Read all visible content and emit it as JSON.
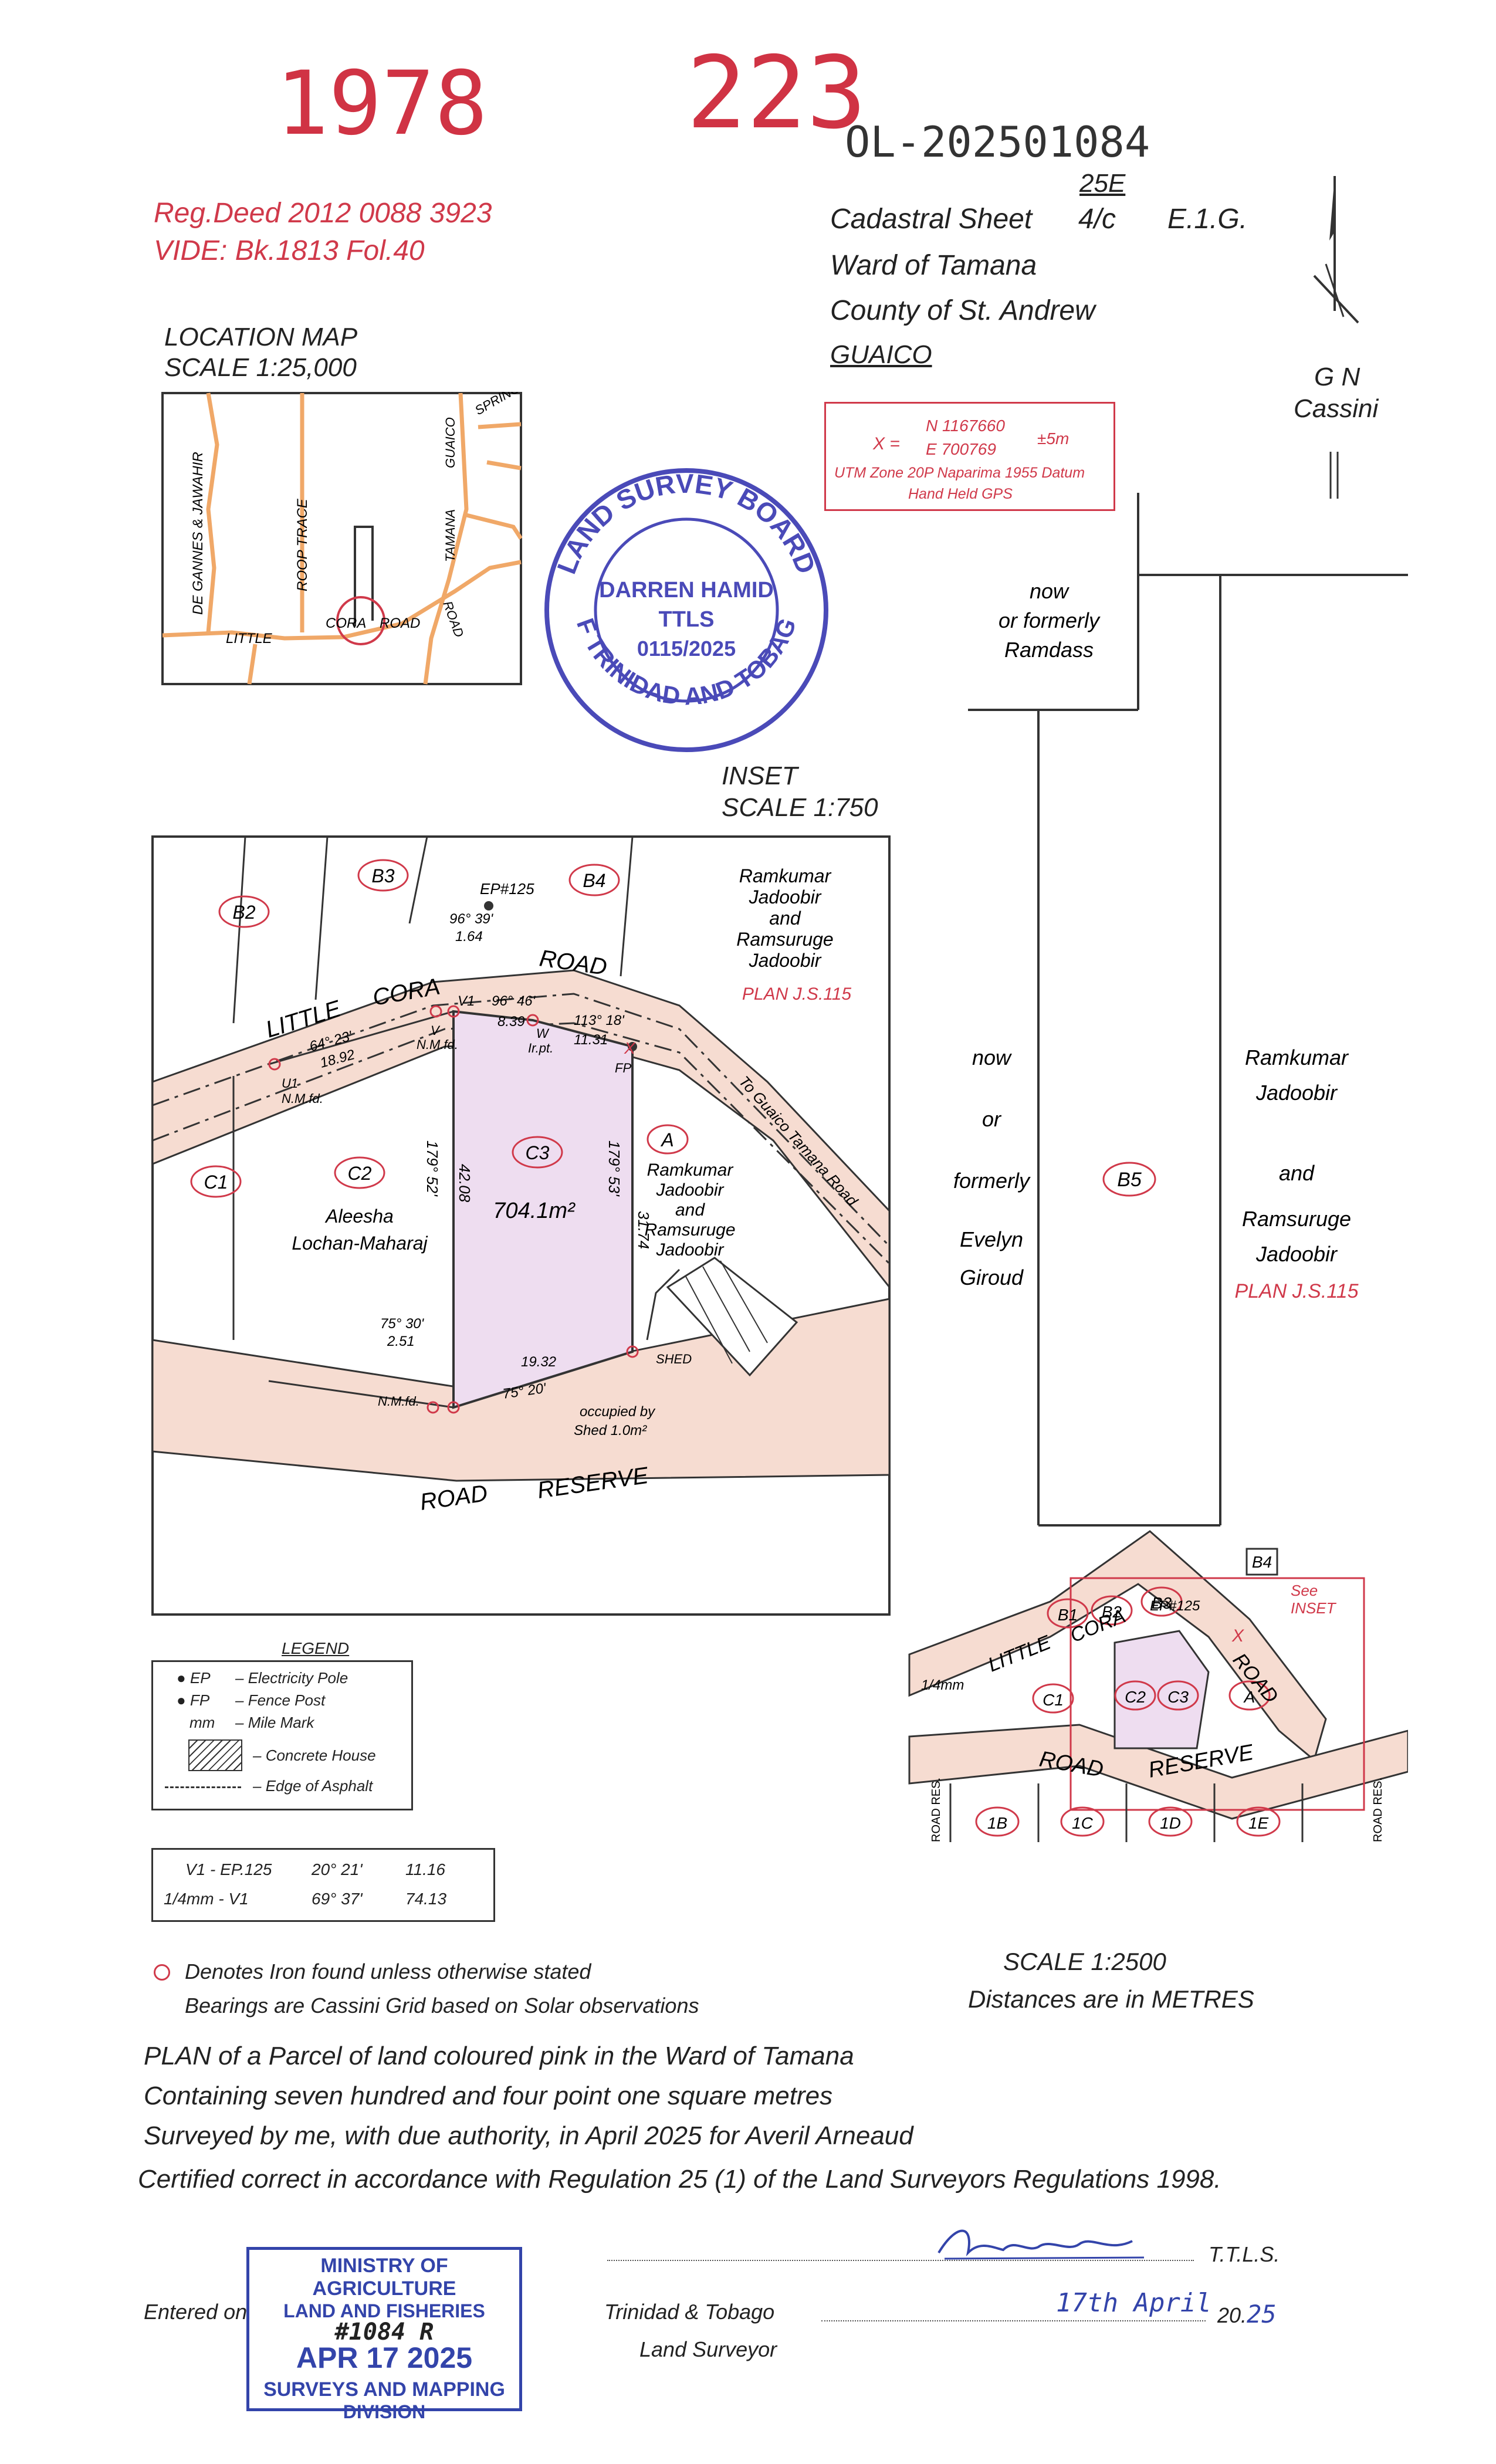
{
  "header": {
    "stamp_left": "1978",
    "stamp_right": "223",
    "file_number": "OL-202501084",
    "reg_deed": "Reg.Deed 2012 0088 3923",
    "vide": "VIDE: Bk.1813 Fol.40",
    "sheet_number": "25E",
    "cadastral_label": "Cadastral Sheet",
    "sheet_fraction": "4/c",
    "sheet_suffix": "E.1.G.",
    "ward": "Ward of Tamana",
    "county": "County of St. Andrew",
    "locality": "GUAICO"
  },
  "north": {
    "label_gn": "G N",
    "label_cassini": "Cassini"
  },
  "coords_box": {
    "x_label": "X =",
    "northing": "N 1167660",
    "easting": "E 700769",
    "accuracy": "±5m",
    "datum": "UTM Zone 20P Naparima 1955 Datum",
    "method": "Hand Held GPS"
  },
  "location_map": {
    "title": "LOCATION MAP",
    "scale": "SCALE 1:25,000",
    "labels": {
      "de_gannes": "DE GANNES & JAWAHIR",
      "roop": "ROOP TRACE",
      "little": "LITTLE",
      "cora": "CORA",
      "road": "ROAD",
      "guaico": "GUAICO",
      "spring": "SPRING",
      "tamana": "TAMANA",
      "road2": "ROAD"
    }
  },
  "seal": {
    "ring_top": "LAND SURVEY BOARD",
    "ring_bottom": "OF TRINIDAD AND TOBAGO",
    "name": "DARREN HAMID",
    "title": "TTLS",
    "number": "0115/2025"
  },
  "inset": {
    "title": "INSET",
    "scale": "SCALE 1:750",
    "lots": {
      "b2": "B2",
      "b3": "B3",
      "b4": "B4",
      "c1": "C1",
      "c2": "C2",
      "c3": "C3",
      "a": "A"
    },
    "road_little": "LITTLE",
    "road_cora": "CORA",
    "road_road": "ROAD",
    "to_guaico": "To Guaico Tamana Road",
    "road_reserve_1": "ROAD",
    "road_reserve_2": "RESERVE",
    "owner_ne_1": "Ramkumar",
    "owner_ne_2": "Jadoobir",
    "owner_ne_3": "and",
    "owner_ne_4": "Ramsuruge",
    "owner_ne_5": "Jadoobir",
    "plan_ne": "PLAN J.S.115",
    "owner_c2_1": "Aleesha",
    "owner_c2_2": "Lochan-Maharaj",
    "owner_a_1": "Ramkumar",
    "owner_a_2": "Jadoobir",
    "owner_a_3": "and",
    "owner_a_4": "Ramsuruge",
    "owner_a_5": "Jadoobir",
    "area": "704.1m²",
    "ep125": "EP#125",
    "brg_ep": "96° 39'",
    "dist_ep": "1.64",
    "v1": "V1",
    "brg_v1w": "96° 46'",
    "dist_v1w": "8.39",
    "w": "W",
    "ir_pt": "Ir.pt.",
    "brg_wx": "113° 18'",
    "dist_wx": "11.31",
    "x": "X",
    "fp": "FP",
    "v": "V",
    "nmfd_v": "N.M.fd.",
    "brg_uv": "64° 23'",
    "dist_uv": "18.92",
    "u1": "U1",
    "nmfd_u": "N.M.fd.",
    "brg_west": "179° 52'",
    "dist_west": "42.08",
    "brg_east": "179° 53'",
    "dist_east": "31.74",
    "brg_sw": "75° 30'",
    "dist_sw": "2.51",
    "nmfd_sw": "N.M.fd.",
    "brg_south": "75° 20'",
    "dist_south": "19.32",
    "shed": "SHED",
    "occupied_1": "occupied by",
    "occupied_2": "Shed 1.0m²"
  },
  "main_plan": {
    "now": "now",
    "or_formerly": "or formerly",
    "ramdass": "Ramdass",
    "w_now": "now",
    "w_or": "or",
    "w_formerly": "formerly",
    "w_evelyn": "Evelyn",
    "w_giroud": "Giroud",
    "b5": "B5",
    "e_owner_1": "Ramkumar",
    "e_owner_2": "Jadoobir",
    "e_owner_3": "and",
    "e_owner_4": "Ramsuruge",
    "e_owner_5": "Jadoobir",
    "e_plan": "PLAN J.S.115",
    "lots": {
      "b1": "B1",
      "b2": "B2",
      "b3": "B3",
      "b4": "B4",
      "c1": "C1",
      "c2": "C2",
      "c3": "C3",
      "a": "A",
      "l1b": "1B",
      "l1c": "1C",
      "l1d": "1D",
      "l1e": "1E"
    },
    "ep125": "EP#125",
    "see_inset_1": "See",
    "see_inset_2": "INSET",
    "mm": "1/4mm",
    "little": "LITTLE",
    "cora": "CORA",
    "road": "ROAD",
    "rr_road": "ROAD",
    "rr_reserve": "RESERVE",
    "road_res_l": "ROAD RES.",
    "road_res_r": "ROAD RES.",
    "x": "X"
  },
  "legend": {
    "title": "LEGEND",
    "ep_code": "EP",
    "ep_desc": "Electricity Pole",
    "fp_code": "FP",
    "fp_desc": "Fence Post",
    "mm_code": "mm",
    "mm_desc": "Mile Mark",
    "house_desc": "Concrete House",
    "asphalt_desc": "Edge of Asphalt"
  },
  "tie_table": [
    {
      "from": "V1 - EP.125",
      "bearing": "20° 21'",
      "dist": "11.16"
    },
    {
      "from": "1/4mm - V1",
      "bearing": "69° 37'",
      "dist": "74.13"
    }
  ],
  "notes": {
    "iron": "Denotes Iron found unless otherwise stated",
    "bearings": "Bearings are Cassini Grid based on Solar observations",
    "scale": "SCALE 1:2500",
    "distances": "Distances are in METRES"
  },
  "statement": {
    "line1": "PLAN of a Parcel of land coloured pink in the Ward of Tamana",
    "line2": "Containing seven hundred and four point one square metres",
    "line3": "Surveyed by me, with due authority, in April 2025 for Averil Arneaud",
    "line4": "Certified correct in accordance with Regulation 25 (1) of the Land Surveyors Regulations 1998."
  },
  "signature_block": {
    "ttls": "T.T.L.S.",
    "tt": "Trinidad & Tobago",
    "land_surveyor": "Land Surveyor",
    "date_day": "17th April",
    "year_prefix": "20.",
    "year_suffix": "25",
    "entered_on": "Entered on"
  },
  "ministry_stamp": {
    "line1": "MINISTRY OF AGRICULTURE",
    "line2": "LAND AND FISHERIES",
    "number": "#1084 R",
    "date": "APR 17 2025",
    "line4": "SURVEYS AND MAPPING",
    "line5": "DIVISION"
  }
}
